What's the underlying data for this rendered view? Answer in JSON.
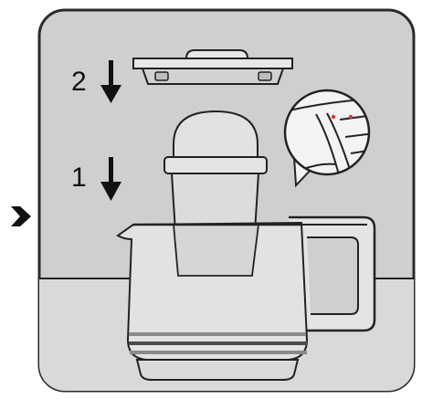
{
  "panel": {
    "background": "#cfcfcf",
    "border": "#2b2b2b",
    "line_color": "#222222",
    "accent_red": "#d23b3b"
  },
  "pointer": {
    "icon": "chevron-right-icon"
  },
  "steps": [
    {
      "number": "2",
      "icon": "arrow-down-icon"
    },
    {
      "number": "1",
      "icon": "arrow-down-icon"
    }
  ],
  "illustrations": {
    "lid": "filter-lid",
    "filter": "filter-basket",
    "jug": "water-jug",
    "detail": "lid-detail-callout"
  }
}
